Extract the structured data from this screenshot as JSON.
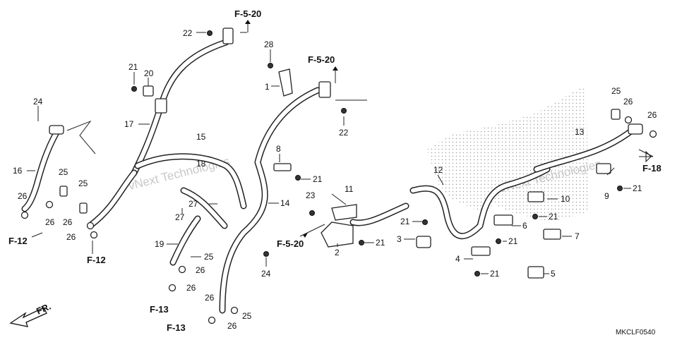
{
  "diagram": {
    "code": "MKCLF0540",
    "front_label": "FR.",
    "watermark": "vNext Technologies",
    "callouts": [
      {
        "id": "c1",
        "label": "22"
      },
      {
        "id": "c2",
        "label": "F-5-20"
      },
      {
        "id": "c3",
        "label": "28"
      },
      {
        "id": "c4",
        "label": "F-5-20"
      },
      {
        "id": "c5",
        "label": "21"
      },
      {
        "id": "c6",
        "label": "20"
      },
      {
        "id": "c7",
        "label": "1"
      },
      {
        "id": "c8",
        "label": "24"
      },
      {
        "id": "c9",
        "label": "17"
      },
      {
        "id": "c10",
        "label": "22"
      },
      {
        "id": "c11",
        "label": "15"
      },
      {
        "id": "c12",
        "label": "18"
      },
      {
        "id": "c13",
        "label": "8"
      },
      {
        "id": "c14",
        "label": "21"
      },
      {
        "id": "c15",
        "label": "16"
      },
      {
        "id": "c16",
        "label": "25"
      },
      {
        "id": "c17",
        "label": "25"
      },
      {
        "id": "c18",
        "label": "26"
      },
      {
        "id": "c19",
        "label": "26"
      },
      {
        "id": "c20",
        "label": "11"
      },
      {
        "id": "c21",
        "label": "23"
      },
      {
        "id": "c22",
        "label": "14"
      },
      {
        "id": "c23",
        "label": "27"
      },
      {
        "id": "c24",
        "label": "27"
      },
      {
        "id": "c25",
        "label": "12"
      },
      {
        "id": "c26",
        "label": "F-12"
      },
      {
        "id": "c27",
        "label": "26"
      },
      {
        "id": "c28",
        "label": "26"
      },
      {
        "id": "c29",
        "label": "F-12"
      },
      {
        "id": "c30",
        "label": "19"
      },
      {
        "id": "c31",
        "label": "25"
      },
      {
        "id": "c32",
        "label": "26"
      },
      {
        "id": "c33",
        "label": "26"
      },
      {
        "id": "c34",
        "label": "F-5-20"
      },
      {
        "id": "c35",
        "label": "2"
      },
      {
        "id": "c36",
        "label": "21"
      },
      {
        "id": "c37",
        "label": "21"
      },
      {
        "id": "c38",
        "label": "3"
      },
      {
        "id": "c39",
        "label": "24"
      },
      {
        "id": "c40",
        "label": "F-13"
      },
      {
        "id": "c41",
        "label": "26"
      },
      {
        "id": "c42",
        "label": "25"
      },
      {
        "id": "c43",
        "label": "26"
      },
      {
        "id": "c44",
        "label": "F-13"
      },
      {
        "id": "c45",
        "label": "25"
      },
      {
        "id": "c46",
        "label": "26"
      },
      {
        "id": "c47",
        "label": "26"
      },
      {
        "id": "c48",
        "label": "13"
      },
      {
        "id": "c49",
        "label": "F-18"
      },
      {
        "id": "c50",
        "label": "9"
      },
      {
        "id": "c51",
        "label": "21"
      },
      {
        "id": "c52",
        "label": "10"
      },
      {
        "id": "c53",
        "label": "21"
      },
      {
        "id": "c54",
        "label": "6"
      },
      {
        "id": "c55",
        "label": "7"
      },
      {
        "id": "c56",
        "label": "21"
      },
      {
        "id": "c57",
        "label": "4"
      },
      {
        "id": "c58",
        "label": "21"
      },
      {
        "id": "c59",
        "label": "5"
      }
    ]
  }
}
